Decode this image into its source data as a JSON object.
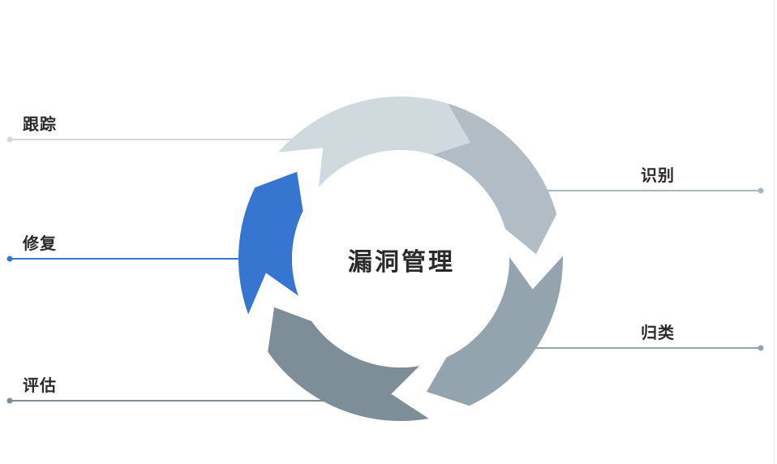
{
  "center_title": "漏洞管理",
  "stages": [
    {
      "label": "识别",
      "color": "#b1bcc4"
    },
    {
      "label": "归类",
      "color": "#94a4ae"
    },
    {
      "label": "评估",
      "color": "#7d8e99"
    },
    {
      "label": "修复",
      "color": "#3676d0"
    },
    {
      "label": "跟踪",
      "color": "#d0d9de"
    }
  ],
  "line_colors": {
    "identify": "#a9b6c0",
    "classify": "#94a4ae",
    "assess": "#7d8e99",
    "fix": "#3676d0",
    "track": "#d0d9de"
  }
}
